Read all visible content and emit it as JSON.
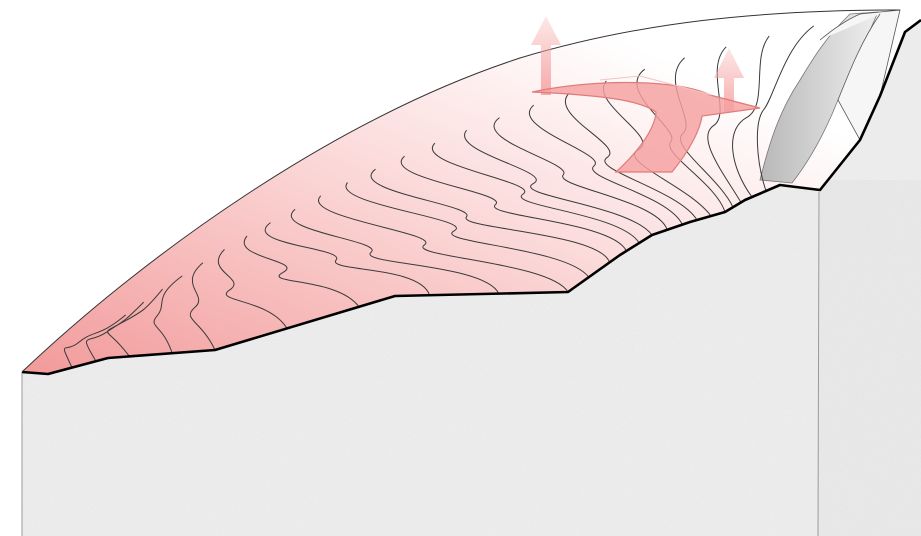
{
  "diagram": {
    "type": "terrain-block-section",
    "contour_count": 24,
    "colors": {
      "surface_pink": "#f4a0a0",
      "surface_light": "#fff2f2",
      "arrow_fill": "#f6a3a3",
      "arrow_stroke": "#e07b7b",
      "ground_gray": "#e6e6e6",
      "outline": "#000000",
      "contour": "#3a3a3a",
      "cliff_gray": "#c8c8c8"
    },
    "arrows": {
      "curved_flow": "curved-arrow",
      "updrafts": [
        "up-arrow",
        "up-arrow"
      ]
    }
  }
}
